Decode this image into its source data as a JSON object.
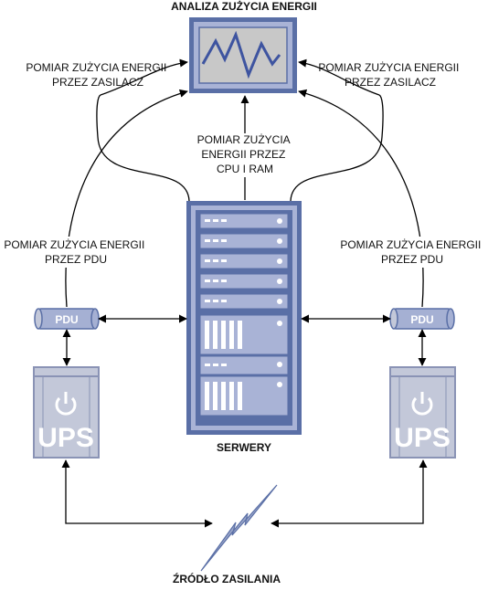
{
  "diagram": {
    "title": "ANALIZA ZUŻYCIA ENERGII",
    "psu_label_left": [
      "POMIAR ZUŻYCIA ENERGII",
      "PRZEZ ZASILACZ"
    ],
    "psu_label_right": [
      "POMIAR ZUŻYCIA ENERGII",
      "PRZEZ ZASILACZ"
    ],
    "cpu_ram_label": [
      "POMIAR ZUŻYCIA",
      "ENERGII PRZEZ",
      "CPU I RAM"
    ],
    "pdu_label_left": [
      "POMIAR ZUŻYCIA ENERGII",
      "PRZEZ PDU"
    ],
    "pdu_label_right": [
      "POMIAR ZUŻYCIA ENERGII",
      "PRZEZ PDU"
    ],
    "pdu_left": "PDU",
    "pdu_right": "PDU",
    "ups_left": "UPS",
    "ups_right": "UPS",
    "servers_label": "SERWERY",
    "power_source_label": "ŹRÓDŁO ZASILANIA"
  },
  "colors": {
    "frame": "#5a6fa6",
    "frame_light": "#a9b3d6",
    "monitor_screen": "#c8c8c8",
    "server_slot": "#9aa6c9",
    "ups_body": "#c3c8d9",
    "ups_border": "#8a93b5",
    "pdu_body": "#a5b0d3",
    "bolt": "#9aa6c9",
    "arrow": "#000000"
  }
}
